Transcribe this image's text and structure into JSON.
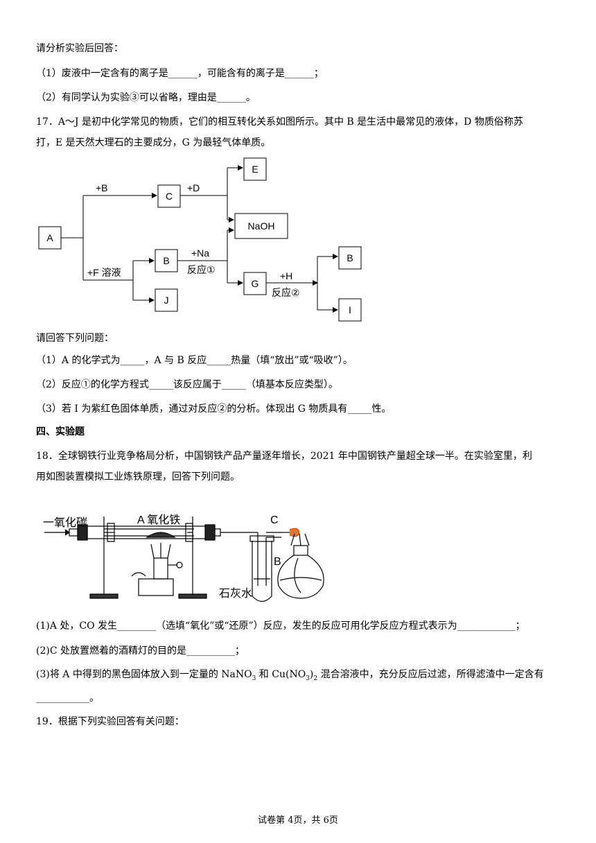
{
  "q16": {
    "intro": "请分析实验后回答：",
    "p1": "（1）废液中一定含有的离子是______，可能含有的离子是______；",
    "p2": "（2）有同学认为实验③可以省略，理由是______。"
  },
  "q17": {
    "stem1": "17．A～J 是初中化学常见的物质，它们的相互转化关系如图所示。其中 B 是生活中最常见的液体，D 物质俗称苏",
    "stem2": "打，E 是天然大理石的主要成分，G 为最轻气体单质。",
    "diagram": {
      "A": "A",
      "B1": "B",
      "C": "C",
      "E": "E",
      "NaOH": "NaOH",
      "G": "G",
      "J": "J",
      "B2": "B",
      "I": "I",
      "plus_b": "+B",
      "plus_d": "+D",
      "plus_f": "+F 溶液",
      "plus_na": "+Na",
      "reaction1": "反应①",
      "plus_h": "+H",
      "reaction2": "反应②"
    },
    "ask": "请回答下列问题：",
    "p1": "（1）A 的化学式为_____，A 与 B 反应_____热量（填“放出”或“吸收”）。",
    "p2": "（2）反应①的化学方程式_____该反应属于_____（填基本反应类型）。",
    "p3": "（3）若 I 为紫红色固体单质，通过对反应②的分析。体现出 G 物质具有_____性。"
  },
  "section4": {
    "title": "四、实验题"
  },
  "q18": {
    "stem1": "18．全球钢铁行业竞争格局分析，中国钢铁产品产量逐年增长，2021 年中国钢铁产量超全球一半。在实验室里，利",
    "stem2": "用如图装置模拟工业炼铁原理，回答下列问题。",
    "apparatus": {
      "co": "一氧化碳",
      "a_label": "A 氧化铁",
      "c_label": "C",
      "b_label": "B",
      "limewater": "石灰水"
    },
    "p1": "(1)A 处，CO 发生________（选填“氧化”或“还原”）反应，发生的反应可用化学反应方程式表示为____________；",
    "p2": "(2)C 处放置燃着的酒精灯的目的是__________；",
    "p3_pre": "(3)将 A 中得到的黑色固体放入到一定量的 NaNO",
    "p3_sub1": "3",
    "p3_mid": " 和 Cu(NO",
    "p3_sub2": "3",
    "p3_post": ")",
    "p3_sub3": "2",
    "p3_end": " 混合溶液中，充分反应后过滤，所得滤渣中一定含有",
    "p3_line2": "___________。"
  },
  "q19": {
    "stem": "19．根据下列实验回答有关问题："
  },
  "footer": {
    "text": "试卷第 4页，共 6页"
  }
}
